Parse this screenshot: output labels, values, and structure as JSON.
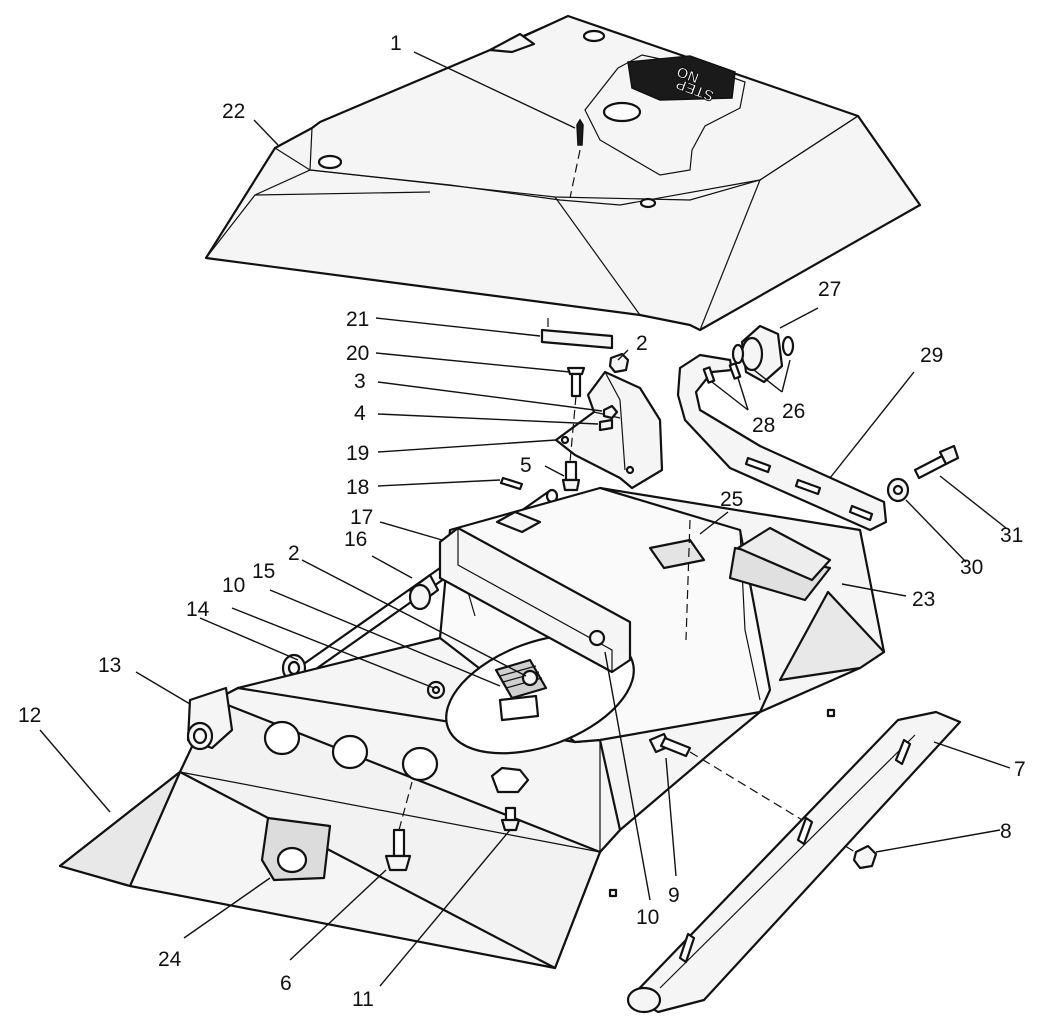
{
  "decal_text": {
    "line1": "NO",
    "line2": "STEP"
  },
  "callouts": [
    {
      "id": "c1",
      "label": "1"
    },
    {
      "id": "c2a",
      "label": "2"
    },
    {
      "id": "c2b",
      "label": "2"
    },
    {
      "id": "c3",
      "label": "3"
    },
    {
      "id": "c4",
      "label": "4"
    },
    {
      "id": "c5",
      "label": "5"
    },
    {
      "id": "c6",
      "label": "6"
    },
    {
      "id": "c7",
      "label": "7"
    },
    {
      "id": "c8",
      "label": "8"
    },
    {
      "id": "c9",
      "label": "9"
    },
    {
      "id": "c10a",
      "label": "10"
    },
    {
      "id": "c10b",
      "label": "10"
    },
    {
      "id": "c11",
      "label": "11"
    },
    {
      "id": "c12",
      "label": "12"
    },
    {
      "id": "c13",
      "label": "13"
    },
    {
      "id": "c14",
      "label": "14"
    },
    {
      "id": "c15",
      "label": "15"
    },
    {
      "id": "c16",
      "label": "16"
    },
    {
      "id": "c17",
      "label": "17"
    },
    {
      "id": "c18",
      "label": "18"
    },
    {
      "id": "c19",
      "label": "19"
    },
    {
      "id": "c20",
      "label": "20"
    },
    {
      "id": "c21",
      "label": "21"
    },
    {
      "id": "c22",
      "label": "22"
    },
    {
      "id": "c23",
      "label": "23"
    },
    {
      "id": "c24",
      "label": "24"
    },
    {
      "id": "c25",
      "label": "25"
    },
    {
      "id": "c26",
      "label": "26"
    },
    {
      "id": "c27",
      "label": "27"
    },
    {
      "id": "c28",
      "label": "28"
    },
    {
      "id": "c29",
      "label": "29"
    },
    {
      "id": "c30",
      "label": "30"
    },
    {
      "id": "c31",
      "label": "31"
    }
  ]
}
